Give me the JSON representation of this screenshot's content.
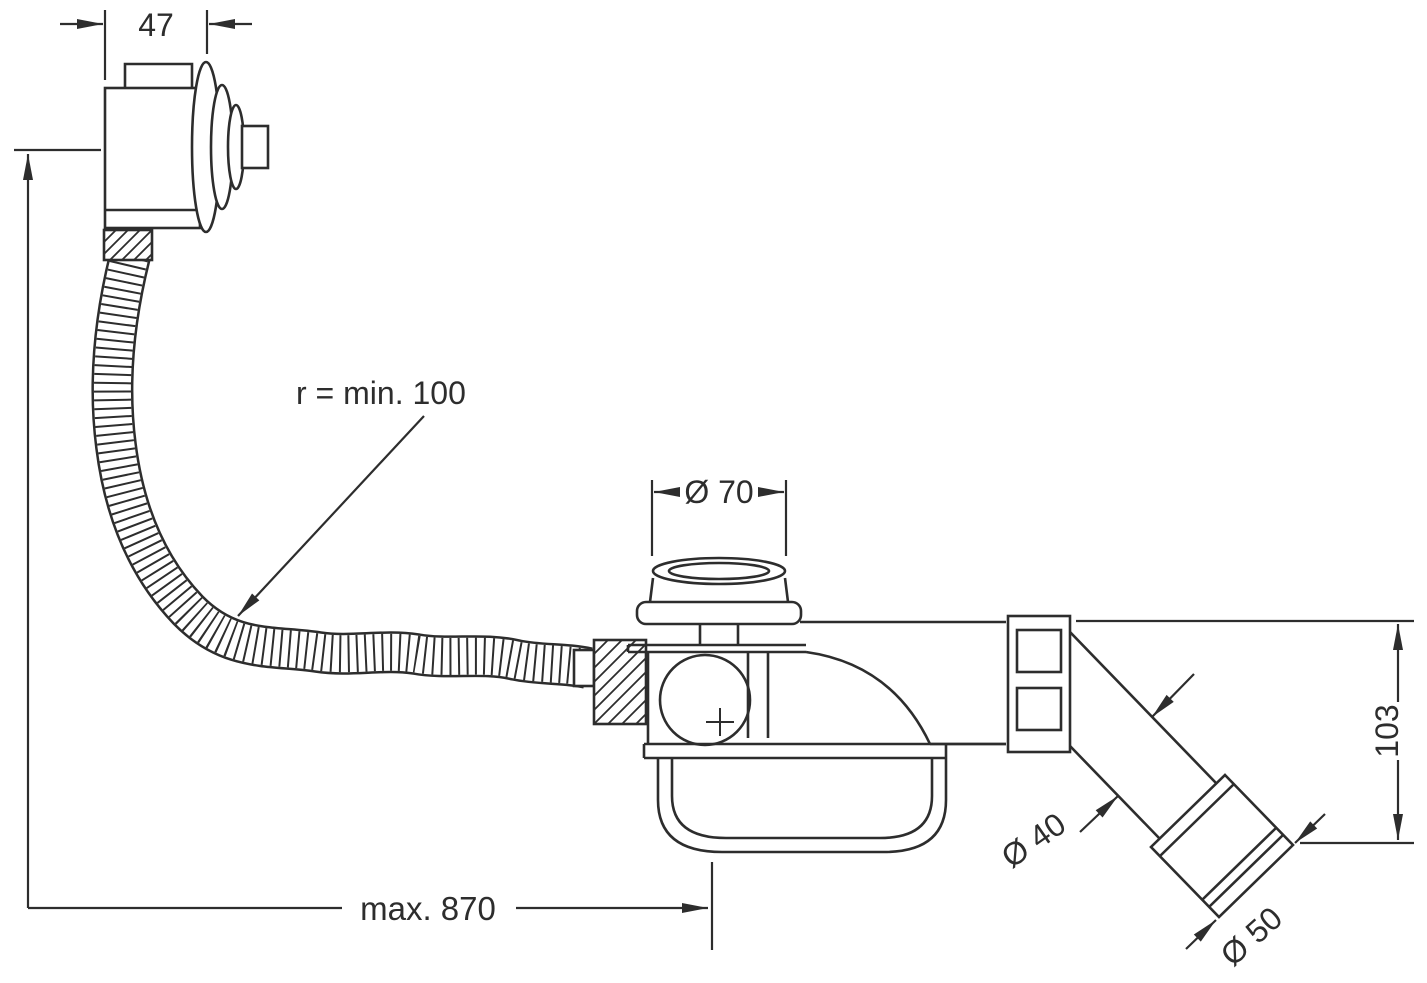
{
  "labels": {
    "overflow_depth": "47",
    "hose_radius_note": "r = min. 100",
    "plug_diameter": "Ø 70",
    "outlet_height": "103",
    "pipe_diameter": "Ø 40",
    "outlet_diameter": "Ø 50",
    "max_cable_length": "max. 870"
  },
  "colors": {
    "line": "#2d2d2d",
    "background": "#ffffff"
  }
}
